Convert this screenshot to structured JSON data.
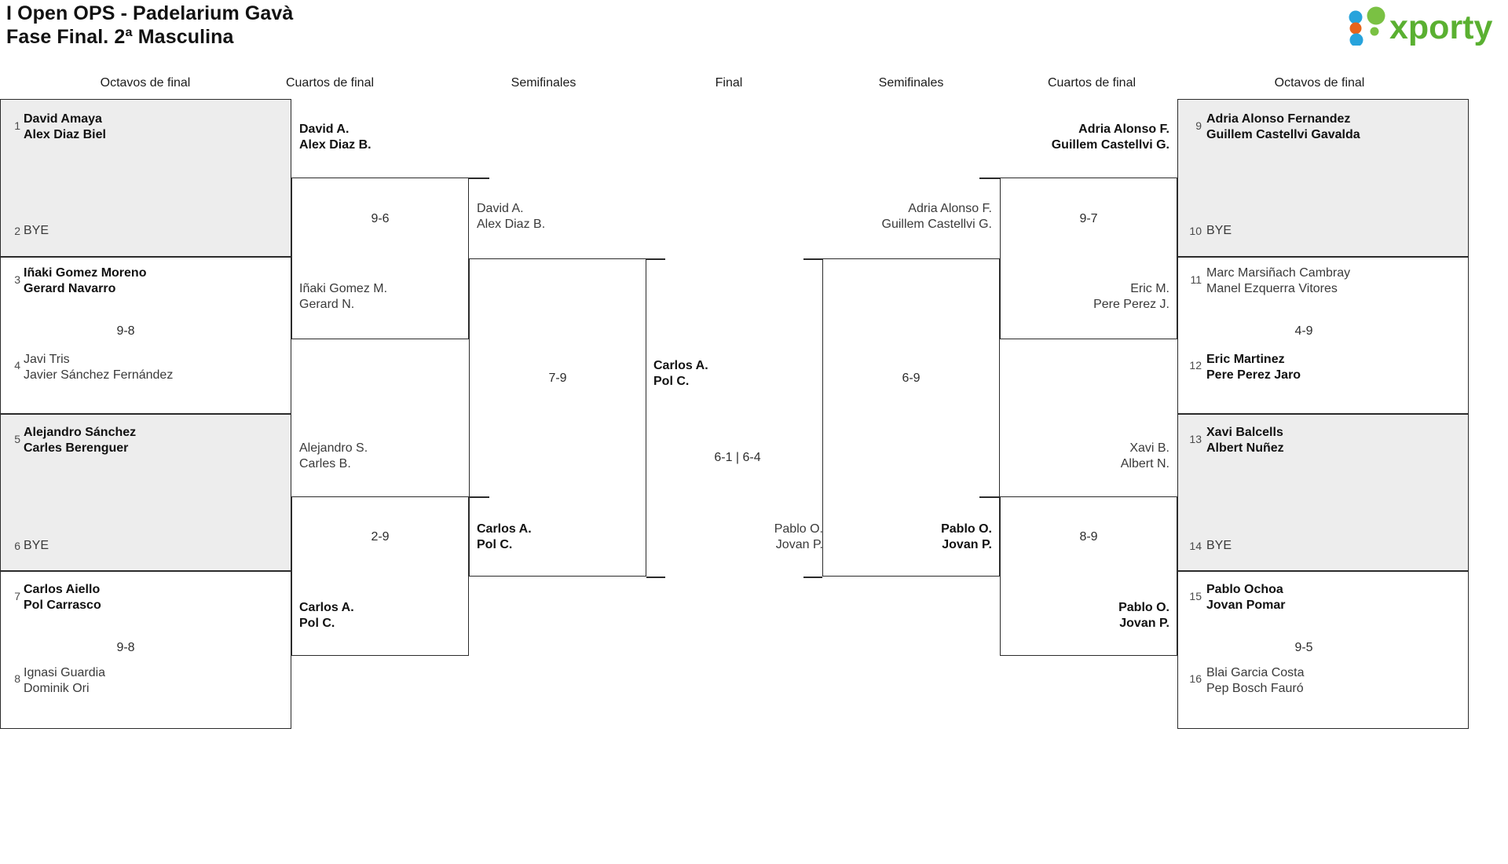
{
  "header": {
    "title_line1": "I Open OPS - Padelarium Gavà",
    "title_line2": "Fase Final. 2ª Masculina",
    "logo_text": "xporty",
    "logo_colors": {
      "word": "#5ab031",
      "dot_blue": "#27a3dc",
      "dot_orange": "#e8631a",
      "dot_green": "#7ac143"
    }
  },
  "round_headers": {
    "left_octavos": "Octavos de final",
    "left_cuartos": "Cuartos de final",
    "left_semis": "Semifinales",
    "final": "Final",
    "right_semis": "Semifinales",
    "right_cuartos": "Cuartos de final",
    "right_octavos": "Octavos de final"
  },
  "left_octavos": [
    {
      "seed": "1",
      "l1": "David Amaya",
      "l2": "Alex Diaz Biel",
      "winner": true
    },
    {
      "seed": "2",
      "l1": "BYE",
      "l2": "",
      "winner": false
    },
    {
      "seed": "3",
      "l1": "Iñaki Gomez Moreno",
      "l2": "Gerard Navarro",
      "winner": true
    },
    {
      "seed": "4",
      "l1": "Javi Tris",
      "l2": "Javier Sánchez Fernández",
      "winner": false
    },
    {
      "seed": "5",
      "l1": "Alejandro Sánchez",
      "l2": "Carles Berenguer",
      "winner": true
    },
    {
      "seed": "6",
      "l1": "BYE",
      "l2": "",
      "winner": false
    },
    {
      "seed": "7",
      "l1": "Carlos Aiello",
      "l2": "Pol Carrasco",
      "winner": true
    },
    {
      "seed": "8",
      "l1": "Ignasi Guardia",
      "l2": "Dominik Ori",
      "winner": false
    }
  ],
  "left_octavos_scores": {
    "m2": "9-8",
    "m4": "9-8"
  },
  "left_cuartos": [
    {
      "l1": "David A.",
      "l2": "Alex Diaz B.",
      "winner": true
    },
    {
      "l1": "Iñaki Gomez M.",
      "l2": "Gerard N.",
      "winner": false
    },
    {
      "l1": "Alejandro S.",
      "l2": "Carles B.",
      "winner": false
    },
    {
      "l1": "Carlos A.",
      "l2": "Pol C.",
      "winner": true
    }
  ],
  "left_cuartos_scores": {
    "top": "9-6",
    "bottom": "2-9"
  },
  "left_semis": [
    {
      "l1": "David A.",
      "l2": "Alex Diaz B.",
      "winner": false
    },
    {
      "l1": "Carlos A.",
      "l2": "Pol C.",
      "winner": true
    }
  ],
  "left_semis_score": "7-9",
  "final": {
    "left_team": {
      "l1": "Carlos A.",
      "l2": "Pol C.",
      "winner": true
    },
    "right_team": {
      "l1": "Pablo O.",
      "l2": "Jovan P.",
      "winner": false
    },
    "score": "6-1 | 6-4"
  },
  "right_semis": [
    {
      "l1": "Adria Alonso F.",
      "l2": "Guillem Castellvi G.",
      "winner": false
    },
    {
      "l1": "Pablo O.",
      "l2": "Jovan P.",
      "winner": true
    }
  ],
  "right_semis_score": "6-9",
  "right_cuartos": [
    {
      "l1": "Adria Alonso F.",
      "l2": "Guillem Castellvi G.",
      "winner": true
    },
    {
      "l1": "Eric M.",
      "l2": "Pere Perez J.",
      "winner": false
    },
    {
      "l1": "Xavi B.",
      "l2": "Albert N.",
      "winner": false
    },
    {
      "l1": "Pablo O.",
      "l2": "Jovan P.",
      "winner": true
    }
  ],
  "right_cuartos_scores": {
    "top": "9-7",
    "bottom": "8-9"
  },
  "right_octavos": [
    {
      "seed": "9",
      "l1": "Adria Alonso Fernandez",
      "l2": "Guillem Castellvi Gavalda",
      "winner": true
    },
    {
      "seed": "10",
      "l1": "BYE",
      "l2": "",
      "winner": false
    },
    {
      "seed": "11",
      "l1": "Marc Marsiñach Cambray",
      "l2": "Manel Ezquerra Vitores",
      "winner": false
    },
    {
      "seed": "12",
      "l1": "Eric Martinez",
      "l2": "Pere Perez Jaro",
      "winner": true
    },
    {
      "seed": "13",
      "l1": "Xavi Balcells",
      "l2": "Albert Nuñez",
      "winner": true
    },
    {
      "seed": "14",
      "l1": "BYE",
      "l2": "",
      "winner": false
    },
    {
      "seed": "15",
      "l1": "Pablo Ochoa",
      "l2": "Jovan Pomar",
      "winner": true
    },
    {
      "seed": "16",
      "l1": "Blai Garcia Costa",
      "l2": "Pep Bosch Fauró",
      "winner": false
    }
  ],
  "right_octavos_scores": {
    "m2": "4-9",
    "m4": "9-5"
  }
}
